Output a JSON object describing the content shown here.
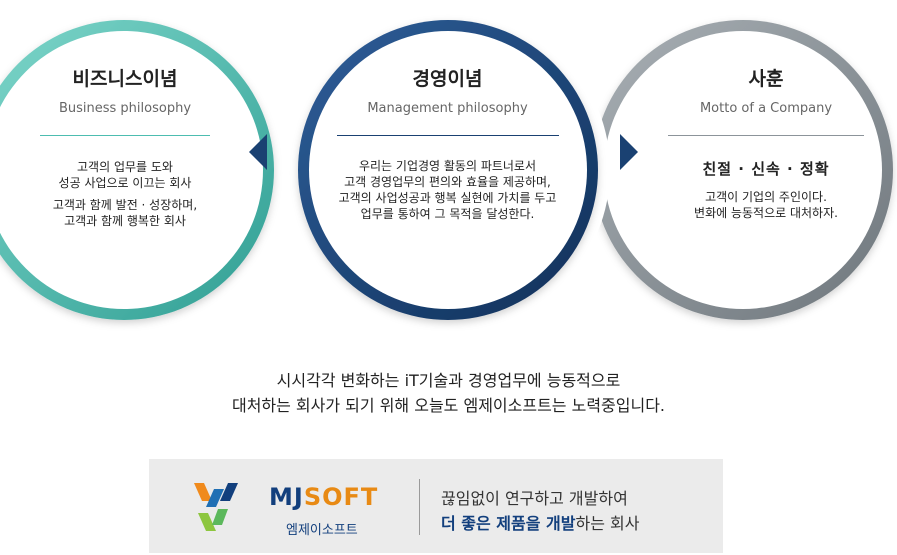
{
  "circles": [
    {
      "title": "비즈니스이념",
      "subtitle": "Business philosophy",
      "body1": [
        "고객의 업무를 도와",
        "성공 사업으로 이끄는 회사"
      ],
      "body2": [
        "고객과 함께 발전 · 성장하며,",
        "고객과 함께 행복한 회사"
      ]
    },
    {
      "title": "경영이념",
      "subtitle": "Management philosophy",
      "body": [
        "우리는 기업경영 활동의 파트너로서",
        "고객 경영업무의 편의와 효율을 제공하며,",
        "고객의 사업성공과 행복 실현에 가치를 두고",
        "업무를 통하여 그 목적을 달성한다."
      ]
    },
    {
      "title": "사훈",
      "subtitle": "Motto of a Company",
      "keywords": "친절 · 신속 · 정확",
      "body": [
        "고객이 기업의 주인이다.",
        "변화에 능동적으로 대처하자."
      ]
    }
  ],
  "colors": {
    "circle1": "#4dbdb0",
    "circle2": "#1a4172",
    "circle3": "#8c949a",
    "brand_blue": "#123f7d",
    "brand_orange": "#e88a14"
  },
  "icons": [
    "chevron-left-icon",
    "chevron-right-icon",
    "mj-logo-icon"
  ],
  "slogan": [
    "시시각각 변화하는 iT기술과 경영업무에 능동적으로",
    "대처하는 회사가 되기 위해 오늘도 엠제이소프트는 노력중입니다."
  ],
  "banner": {
    "logo_mj": "MJ",
    "logo_soft": "SOFT",
    "logo_korean": "엠제이소프트",
    "line1": "끊임없이 연구하고 개발하여",
    "line2_bold1": "더 좋은 제품을 개발",
    "line2_rest": "하는 회사"
  }
}
